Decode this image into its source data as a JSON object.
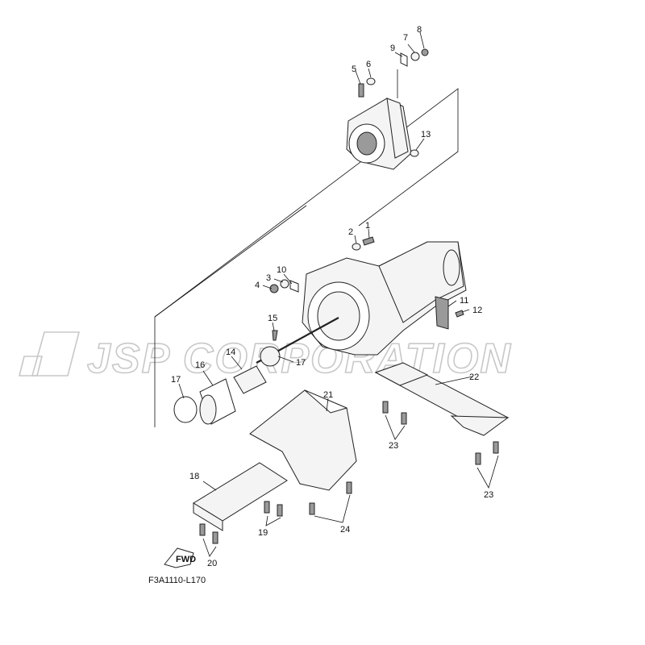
{
  "watermark": {
    "text": "JSP CORPORATION"
  },
  "diagram_code": "F3A1110-L170",
  "fwd_label": "FWD",
  "callouts": [
    "1",
    "2",
    "3",
    "4",
    "5",
    "6",
    "7",
    "8",
    "9",
    "10",
    "11",
    "12",
    "13",
    "14",
    "15",
    "16",
    "17",
    "17",
    "18",
    "19",
    "20",
    "21",
    "22",
    "23",
    "23",
    "24"
  ]
}
